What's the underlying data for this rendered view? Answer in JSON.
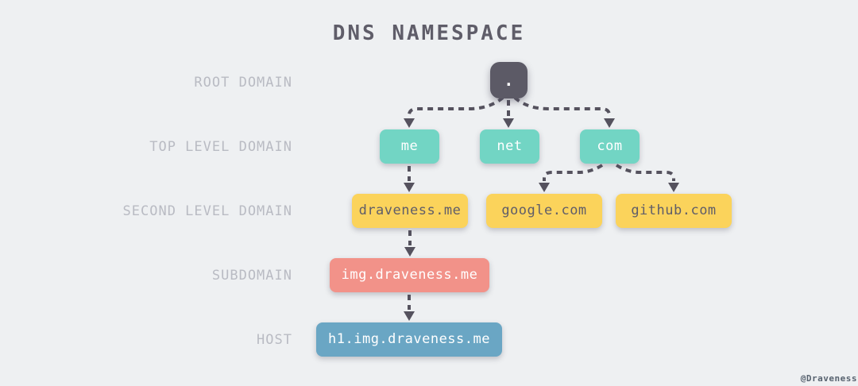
{
  "title": "DNS NAMESPACE",
  "watermark": "@Draveness",
  "colors": {
    "background": "#eef0f2",
    "root_box": "#5c5a66",
    "tld_box": "#72d5c4",
    "sld_box": "#fbd35b",
    "subdomain_box": "#f29289",
    "host_box": "#6aa6c4",
    "arrow": "#55525e",
    "row_label": "#b9bbc3",
    "title_color": "#5f5d69",
    "box_text_light": "#ffffff",
    "box_text_dark": "#5f5d69",
    "watermark": "#57626f"
  },
  "rows": [
    {
      "label": "ROOT DOMAIN"
    },
    {
      "label": "TOP LEVEL DOMAIN"
    },
    {
      "label": "SECOND LEVEL DOMAIN"
    },
    {
      "label": "SUBDOMAIN"
    },
    {
      "label": "HOST"
    }
  ],
  "nodes": {
    "root": {
      "label": ".",
      "level": "ROOT DOMAIN"
    },
    "me": {
      "label": "me",
      "level": "TOP LEVEL DOMAIN"
    },
    "net": {
      "label": "net",
      "level": "TOP LEVEL DOMAIN"
    },
    "com": {
      "label": "com",
      "level": "TOP LEVEL DOMAIN"
    },
    "draveness_me": {
      "label": "draveness.me",
      "level": "SECOND LEVEL DOMAIN"
    },
    "google_com": {
      "label": "google.com",
      "level": "SECOND LEVEL DOMAIN"
    },
    "github_com": {
      "label": "github.com",
      "level": "SECOND LEVEL DOMAIN"
    },
    "img_draveness_me": {
      "label": "img.draveness.me",
      "level": "SUBDOMAIN"
    },
    "h1_img_draveness_me": {
      "label": "h1.img.draveness.me",
      "level": "HOST"
    }
  },
  "edges": [
    {
      "from": "root",
      "to": "me"
    },
    {
      "from": "root",
      "to": "net"
    },
    {
      "from": "root",
      "to": "com"
    },
    {
      "from": "me",
      "to": "draveness_me"
    },
    {
      "from": "com",
      "to": "google_com"
    },
    {
      "from": "com",
      "to": "github_com"
    },
    {
      "from": "draveness_me",
      "to": "img_draveness_me"
    },
    {
      "from": "img_draveness_me",
      "to": "h1_img_draveness_me"
    }
  ]
}
